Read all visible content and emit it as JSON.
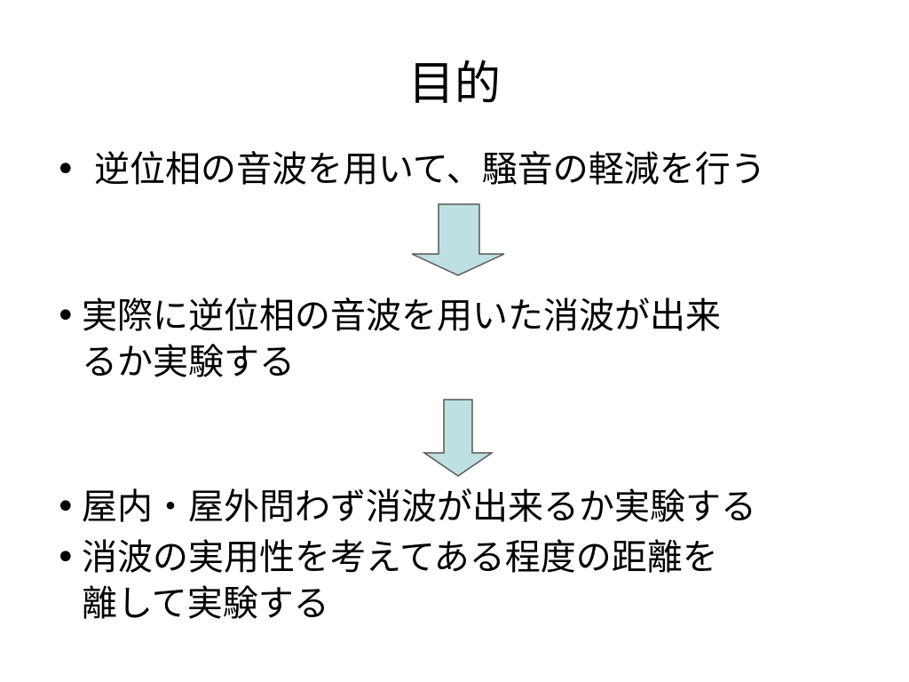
{
  "slide": {
    "title": "目的",
    "bullet_char": "•",
    "bullets": [
      {
        "text": "逆位相の音波を用いて、騒音の軽減を行う"
      },
      {
        "text": "実際に逆位相の音波を用いた消波が出来\nるか実験する"
      },
      {
        "text": "屋内・屋外問わず消波が出来るか実験する"
      },
      {
        "text": "消波の実用性を考えてある程度の距離を\n離して実験する"
      }
    ],
    "colors": {
      "arrow_fill": "#bfe0e3",
      "arrow_stroke": "#555555",
      "text": "#000000"
    }
  }
}
